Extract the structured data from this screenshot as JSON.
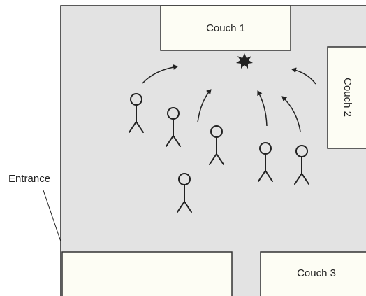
{
  "diagram": {
    "labels": {
      "couch1": "Couch 1",
      "couch2": "Couch 2",
      "couch3": "Couch 3",
      "entrance": "Entrance"
    },
    "colors": {
      "floor": "#e3e3e3",
      "couch_fill": "#fdfdf4",
      "ink": "#222222"
    },
    "icons": {
      "focal_point": "star-icon",
      "person": "stick-figure-icon",
      "movement": "curved-arrow-icon"
    }
  }
}
